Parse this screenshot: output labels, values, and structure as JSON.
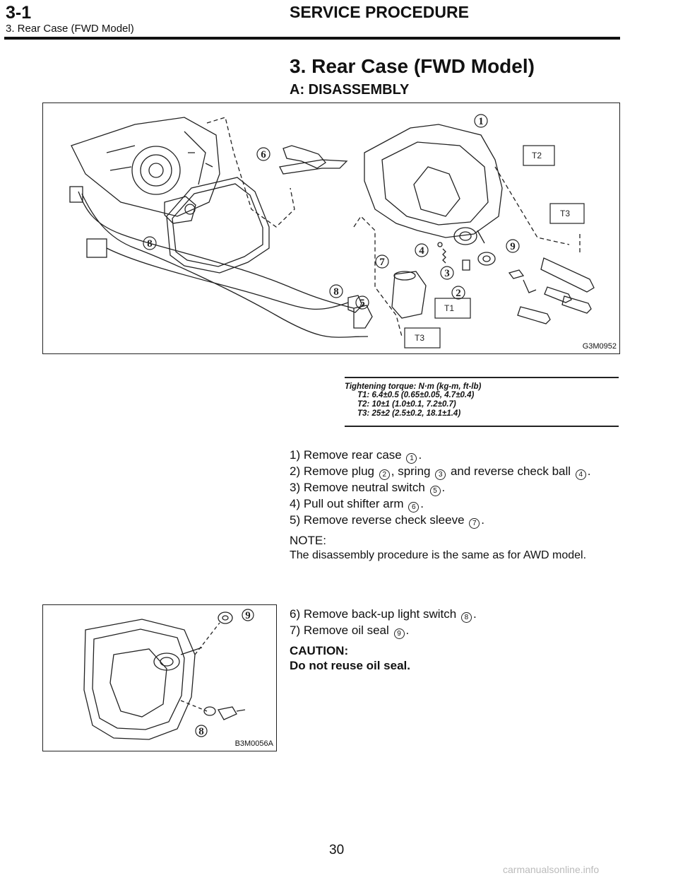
{
  "header": {
    "section_code": "3-1",
    "section_title": "SERVICE PROCEDURE",
    "subtitle": "3. Rear Case (FWD Model)"
  },
  "main": {
    "title": "3. Rear Case (FWD Model)",
    "subtitle": "A: DISASSEMBLY"
  },
  "figure1": {
    "id": "G3M0952",
    "callouts": [
      "1",
      "2",
      "3",
      "4",
      "5",
      "6",
      "7",
      "8",
      "8",
      "9"
    ],
    "torque_tags": [
      "T1",
      "T2",
      "T3",
      "T3"
    ]
  },
  "torque": {
    "heading": "Tightening torque: N·m (kg-m, ft-lb)",
    "rows": [
      "T1: 6.4±0.5 (0.65±0.05, 4.7±0.4)",
      "T2: 10±1 (1.0±0.1, 7.2±0.7)",
      "T3: 25±2 (2.5±0.2, 18.1±1.4)"
    ]
  },
  "steps1": [
    {
      "pre": "1) Remove rear case",
      "n1": "1",
      "mid1": ".",
      "n2": "",
      "mid2": "",
      "n3": "",
      "post": ""
    },
    {
      "pre": "2) Remove plug",
      "n1": "2",
      "mid1": ", spring",
      "n2": "3",
      "mid2": "and reverse check ball",
      "n3": "4",
      "post": "."
    },
    {
      "pre": "3) Remove neutral switch",
      "n1": "5",
      "mid1": ".",
      "n2": "",
      "mid2": "",
      "n3": "",
      "post": ""
    },
    {
      "pre": "4) Pull out shifter arm",
      "n1": "6",
      "mid1": ".",
      "n2": "",
      "mid2": "",
      "n3": "",
      "post": ""
    },
    {
      "pre": "5) Remove reverse check sleeve",
      "n1": "7",
      "mid1": ".",
      "n2": "",
      "mid2": "",
      "n3": "",
      "post": ""
    }
  ],
  "note": {
    "label": "NOTE:",
    "text": "The disassembly procedure is the same as for AWD model."
  },
  "figure2": {
    "id": "B3M0056A",
    "callouts": [
      "9",
      "8"
    ]
  },
  "steps2": [
    {
      "pre": "6) Remove back-up light switch",
      "n1": "8",
      "mid1": "."
    },
    {
      "pre": "7) Remove oil seal",
      "n1": "9",
      "mid1": "."
    }
  ],
  "caution": {
    "label": "CAUTION:",
    "text": "Do not reuse oil seal."
  },
  "footer": {
    "page_number": "30",
    "watermark": "carmanualsonline.info"
  }
}
